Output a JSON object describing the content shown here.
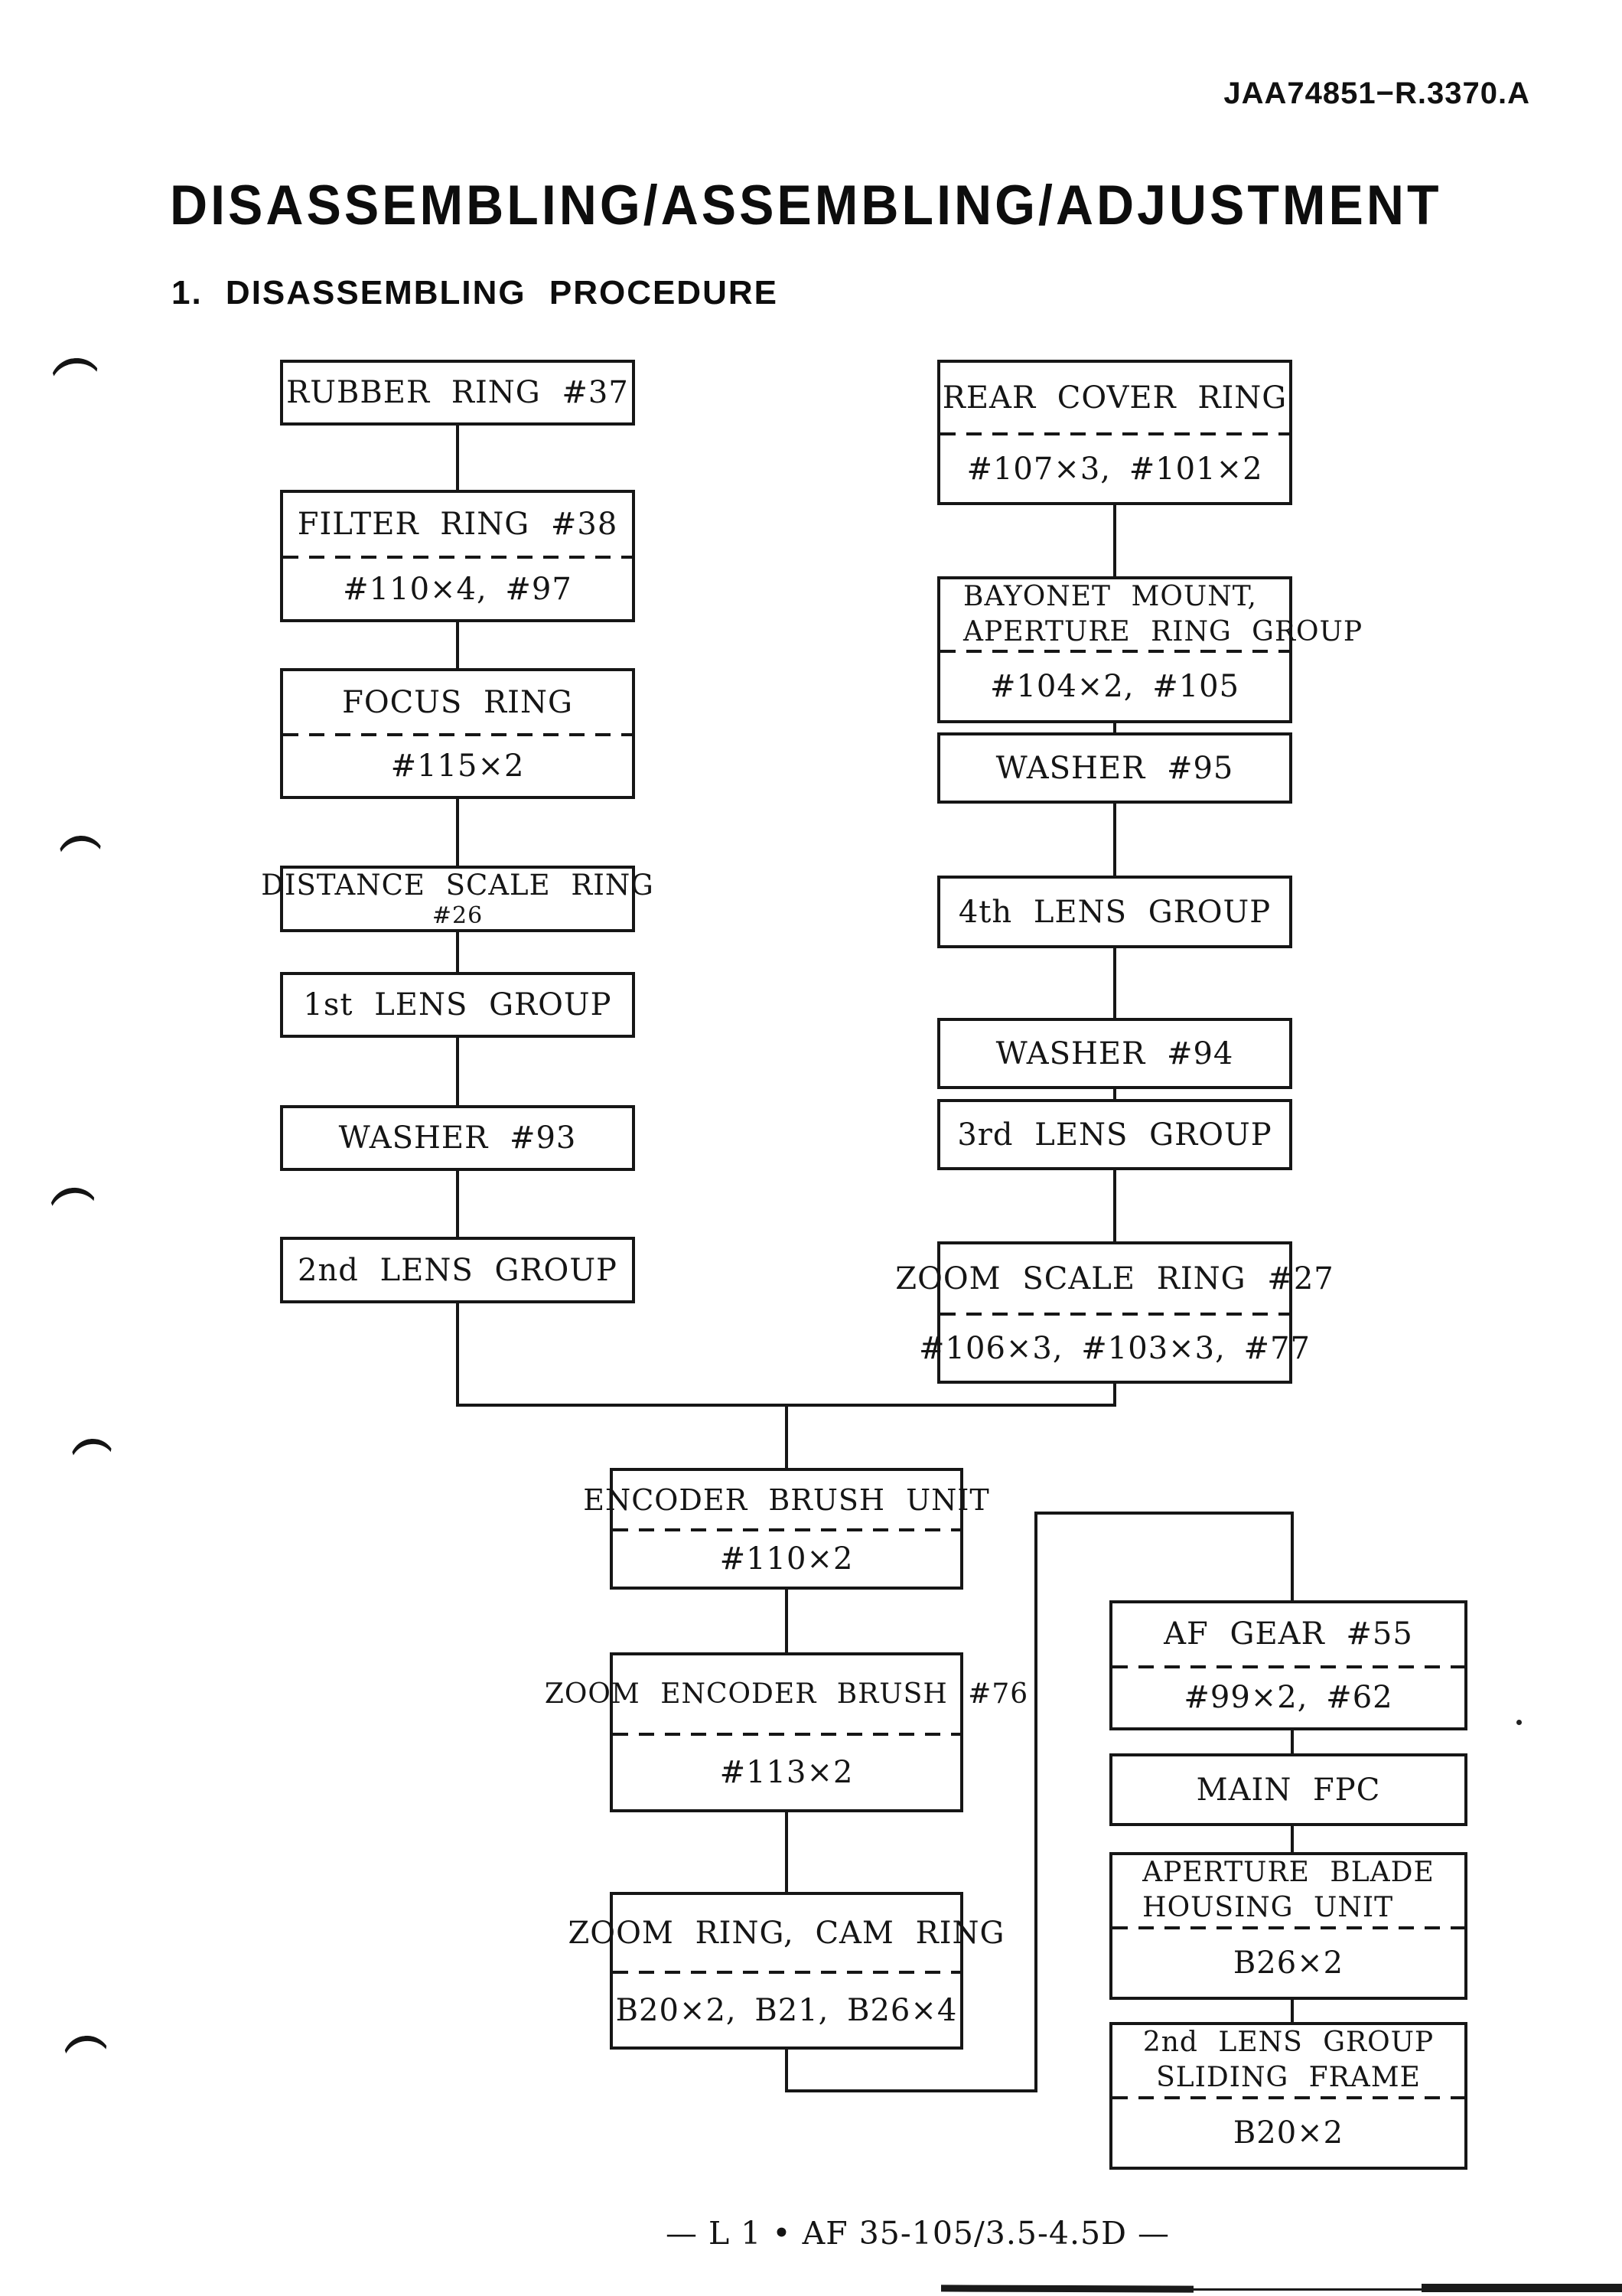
{
  "colors": {
    "ink": "#161616",
    "paper": "#ffffff"
  },
  "header": {
    "doc_number": "JAA74851−R.3370.A"
  },
  "title": "DISASSEMBLING/ASSEMBLING/ADJUSTMENT",
  "section_heading": "1. DISASSEMBLING PROCEDURE",
  "footer": "— L 1 • AF 35-105/3.5-4.5D —",
  "flowchart": {
    "left_column": [
      {
        "title": "RUBBER RING #37"
      },
      {
        "title": "FILTER RING #38",
        "parts": "#110×4, #97"
      },
      {
        "title": "FOCUS RING",
        "parts": "#115×2"
      },
      {
        "title": "DISTANCE SCALE RING",
        "subtitle": "#26"
      },
      {
        "title": "1st LENS GROUP"
      },
      {
        "title": "WASHER #93"
      },
      {
        "title": "2nd LENS GROUP"
      }
    ],
    "right_column": [
      {
        "title": "REAR COVER RING",
        "parts": "#107×3, #101×2"
      },
      {
        "title_line1": "BAYONET MOUNT,",
        "title_line2": "APERTURE RING GROUP",
        "parts": "#104×2, #105"
      },
      {
        "title": "WASHER #95"
      },
      {
        "title": "4th LENS GROUP"
      },
      {
        "title": "WASHER #94"
      },
      {
        "title": "3rd LENS GROUP"
      },
      {
        "title": "ZOOM SCALE RING #27",
        "parts": "#106×3, #103×3, #77"
      }
    ],
    "center_column": [
      {
        "title": "ENCODER BRUSH UNIT",
        "parts": "#110×2"
      },
      {
        "title": "ZOOM ENCODER BRUSH #76",
        "parts": "#113×2"
      },
      {
        "title": "ZOOM RING, CAM RING",
        "parts": "B20×2, B21, B26×4"
      }
    ],
    "branch_column": [
      {
        "title": "AF GEAR #55",
        "parts": "#99×2, #62"
      },
      {
        "title": "MAIN FPC"
      },
      {
        "title_line1": "APERTURE BLADE",
        "title_line2": "HOUSING UNIT",
        "parts": "B26×2"
      },
      {
        "title_line1": "2nd LENS GROUP",
        "title_line2": "SLIDING FRAME",
        "parts": "B20×2"
      }
    ]
  }
}
